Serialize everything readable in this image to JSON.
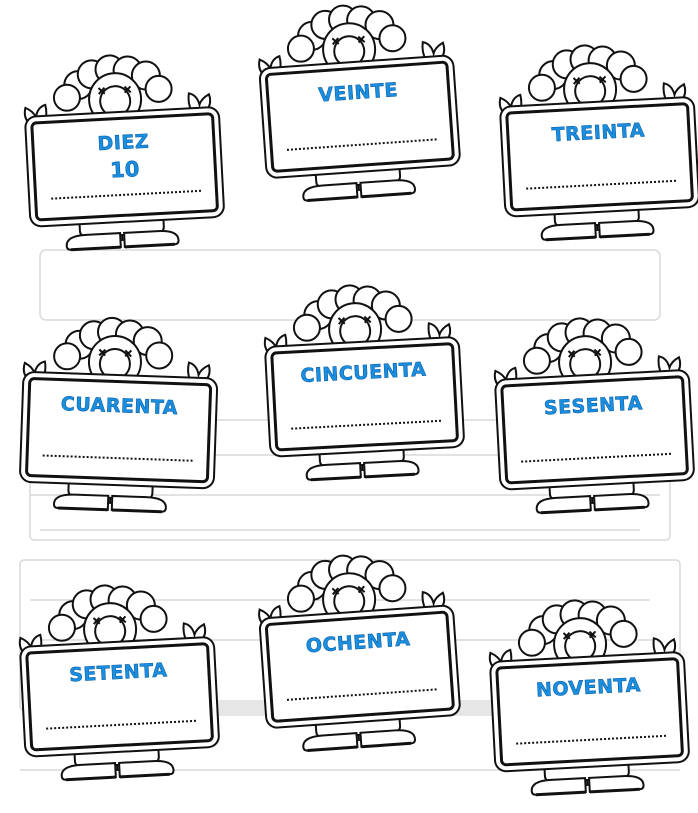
{
  "cards": [
    {
      "word": "DIEZ",
      "number": "10"
    },
    {
      "word": "VEINTE",
      "number": ""
    },
    {
      "word": "TREINTA",
      "number": ""
    },
    {
      "word": "CUARENTA",
      "number": ""
    },
    {
      "word": "CINCUENTA",
      "number": ""
    },
    {
      "word": "SESENTA",
      "number": ""
    },
    {
      "word": "SETENTA",
      "number": ""
    },
    {
      "word": "OCHENTA",
      "number": ""
    },
    {
      "word": "NOVENTA",
      "number": ""
    }
  ],
  "colors": {
    "label_blue": "#1a8fe0",
    "outline": "#111111"
  }
}
